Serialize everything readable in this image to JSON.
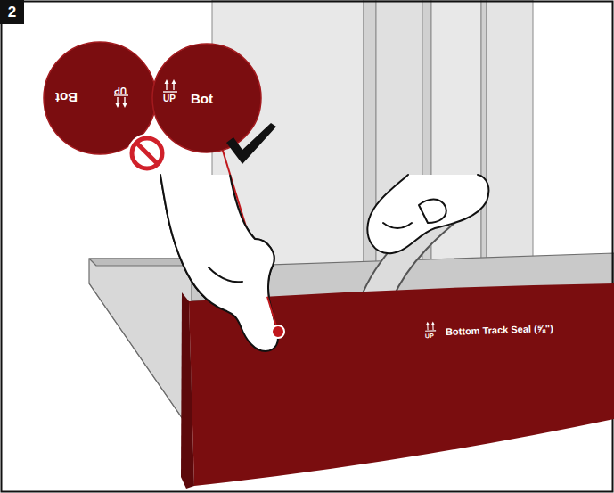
{
  "diagram": {
    "nodes": [
      {
        "text": [
          "2"
        ]
      },
      {
        "text": [
          "UP",
          "Bot"
        ]
      },
      {
        "text": [
          "UP",
          "Bot"
        ]
      },
      {
        "text": [
          "UP",
          "Bottom Track Seal (⅝\")"
        ]
      }
    ],
    "edges": [
      {
        "from": 2,
        "to": 3,
        "arrow": "none"
      }
    ]
  }
}
